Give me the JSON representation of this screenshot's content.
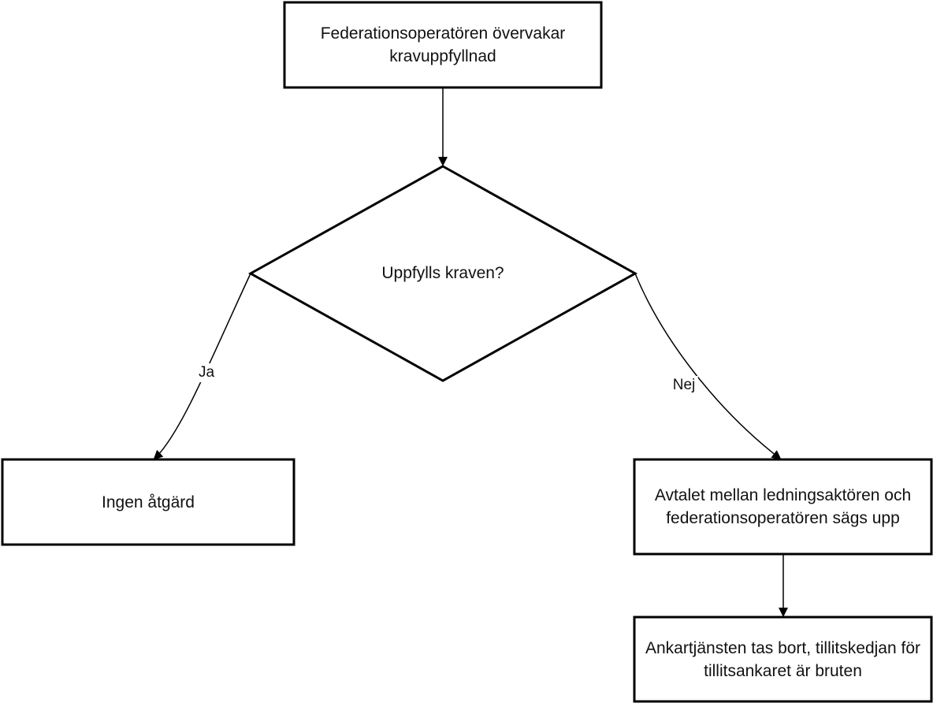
{
  "nodes": {
    "monitor": "Federationsoperatören övervakar kravuppfyllnad",
    "decision": "Uppfylls kraven?",
    "no_action": "Ingen åtgärd",
    "terminate": "Avtalet mellan ledningsaktören och federationsoperatören sägs upp",
    "removed": "Ankartjänsten tas bort, tillitskedjan för tillitsankaret är bruten"
  },
  "edges": {
    "yes_label": "Ja",
    "no_label": "Nej"
  },
  "colors": {
    "stroke": "#000000",
    "text": "#111111",
    "background": "#ffffff"
  }
}
